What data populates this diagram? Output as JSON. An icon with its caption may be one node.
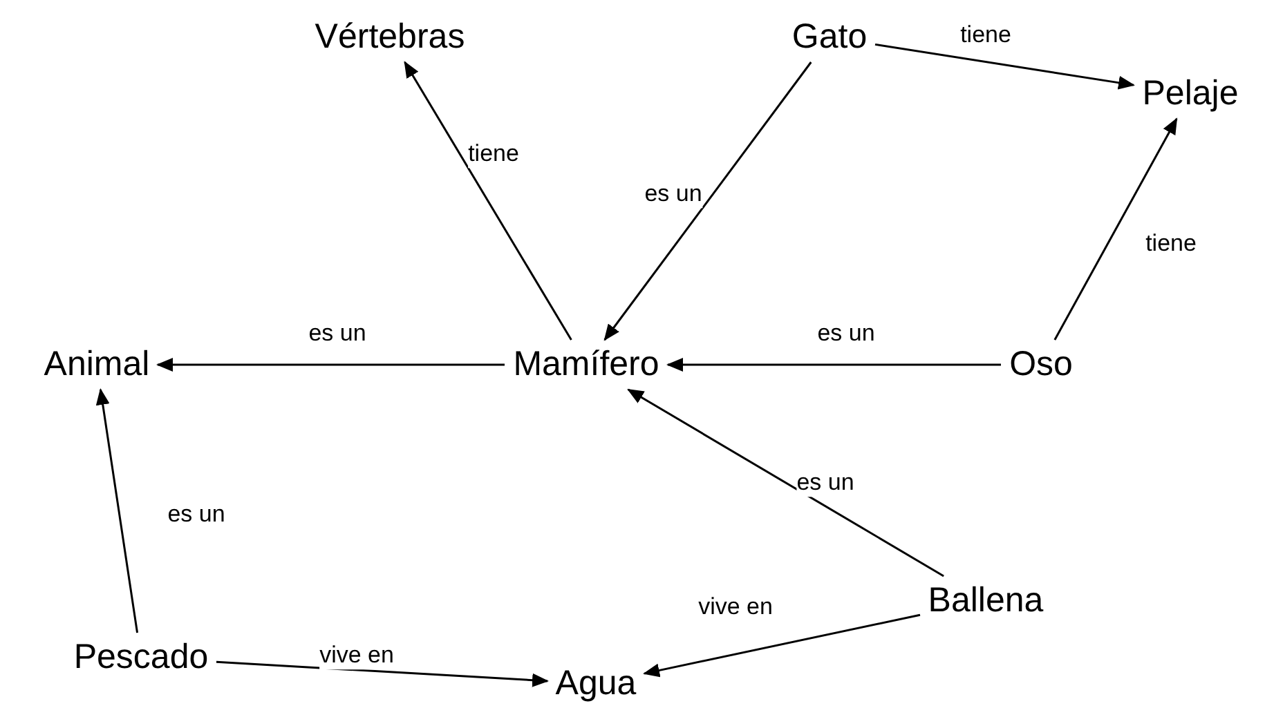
{
  "diagram": {
    "nodes": [
      {
        "text": [
          "Vértebras"
        ]
      },
      {
        "text": [
          "Gato"
        ]
      },
      {
        "text": [
          "Pelaje"
        ]
      },
      {
        "text": [
          "Animal"
        ]
      },
      {
        "text": [
          "Mamífero"
        ]
      },
      {
        "text": [
          "Oso"
        ]
      },
      {
        "text": [
          "Ballena"
        ]
      },
      {
        "text": [
          "Pescado"
        ]
      },
      {
        "text": [
          "Agua"
        ]
      }
    ],
    "edges": [
      {
        "from": 4,
        "to": 0,
        "arrow": "to",
        "label": "tiene"
      },
      {
        "from": 1,
        "to": 2,
        "arrow": "to",
        "label": "tiene"
      },
      {
        "from": 1,
        "to": 4,
        "arrow": "to",
        "label": "es un"
      },
      {
        "from": 5,
        "to": 2,
        "arrow": "to",
        "label": "tiene"
      },
      {
        "from": 4,
        "to": 3,
        "arrow": "to",
        "label": "es un"
      },
      {
        "from": 5,
        "to": 4,
        "arrow": "to",
        "label": "es un"
      },
      {
        "from": 6,
        "to": 4,
        "arrow": "to",
        "label": "es un"
      },
      {
        "from": 7,
        "to": 3,
        "arrow": "to",
        "label": "es un"
      },
      {
        "from": 7,
        "to": 8,
        "arrow": "to",
        "label": "vive en"
      },
      {
        "from": 6,
        "to": 8,
        "arrow": "to",
        "label": "vive en"
      }
    ]
  }
}
